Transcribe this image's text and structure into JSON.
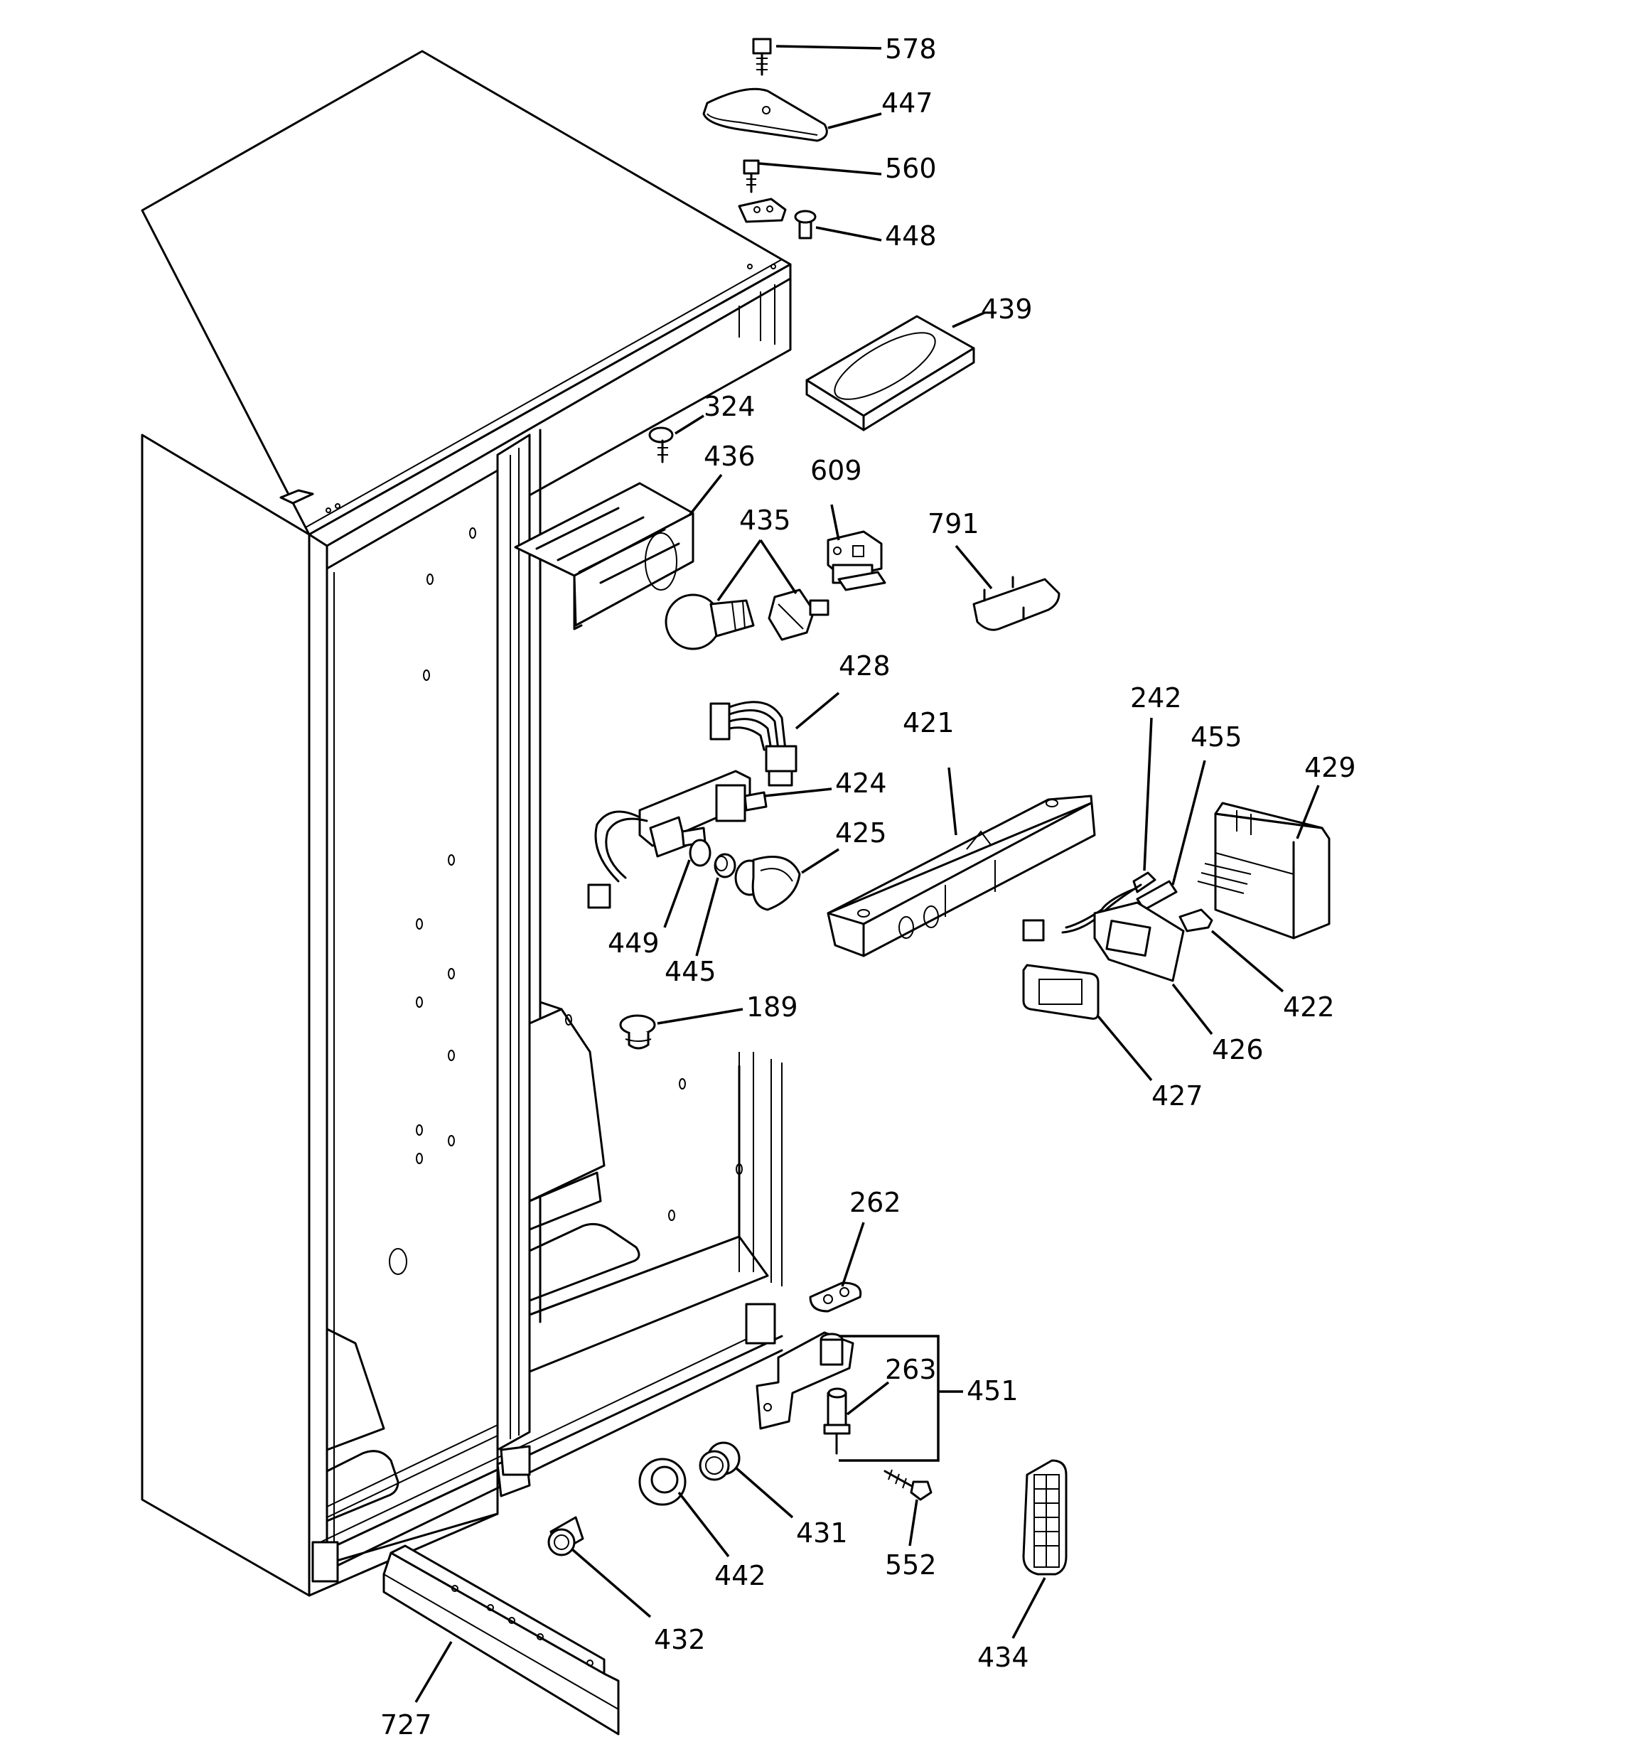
{
  "parts": [
    {
      "id": "p578",
      "label": "578"
    },
    {
      "id": "p447",
      "label": "447"
    },
    {
      "id": "p560",
      "label": "560"
    },
    {
      "id": "p448",
      "label": "448"
    },
    {
      "id": "p439",
      "label": "439"
    },
    {
      "id": "p324",
      "label": "324"
    },
    {
      "id": "p436",
      "label": "436"
    },
    {
      "id": "p609",
      "label": "609"
    },
    {
      "id": "p435",
      "label": "435"
    },
    {
      "id": "p791",
      "label": "791"
    },
    {
      "id": "p428",
      "label": "428"
    },
    {
      "id": "p424",
      "label": "424"
    },
    {
      "id": "p421",
      "label": "421"
    },
    {
      "id": "p242",
      "label": "242"
    },
    {
      "id": "p455",
      "label": "455"
    },
    {
      "id": "p429",
      "label": "429"
    },
    {
      "id": "p425",
      "label": "425"
    },
    {
      "id": "p449",
      "label": "449"
    },
    {
      "id": "p445",
      "label": "445"
    },
    {
      "id": "p422",
      "label": "422"
    },
    {
      "id": "p426",
      "label": "426"
    },
    {
      "id": "p427",
      "label": "427"
    },
    {
      "id": "p189",
      "label": "189"
    },
    {
      "id": "p262",
      "label": "262"
    },
    {
      "id": "p263",
      "label": "263"
    },
    {
      "id": "p451",
      "label": "451"
    },
    {
      "id": "p431",
      "label": "431"
    },
    {
      "id": "p552",
      "label": "552"
    },
    {
      "id": "p442",
      "label": "442"
    },
    {
      "id": "p432",
      "label": "432"
    },
    {
      "id": "p434",
      "label": "434"
    },
    {
      "id": "p727",
      "label": "727"
    }
  ]
}
